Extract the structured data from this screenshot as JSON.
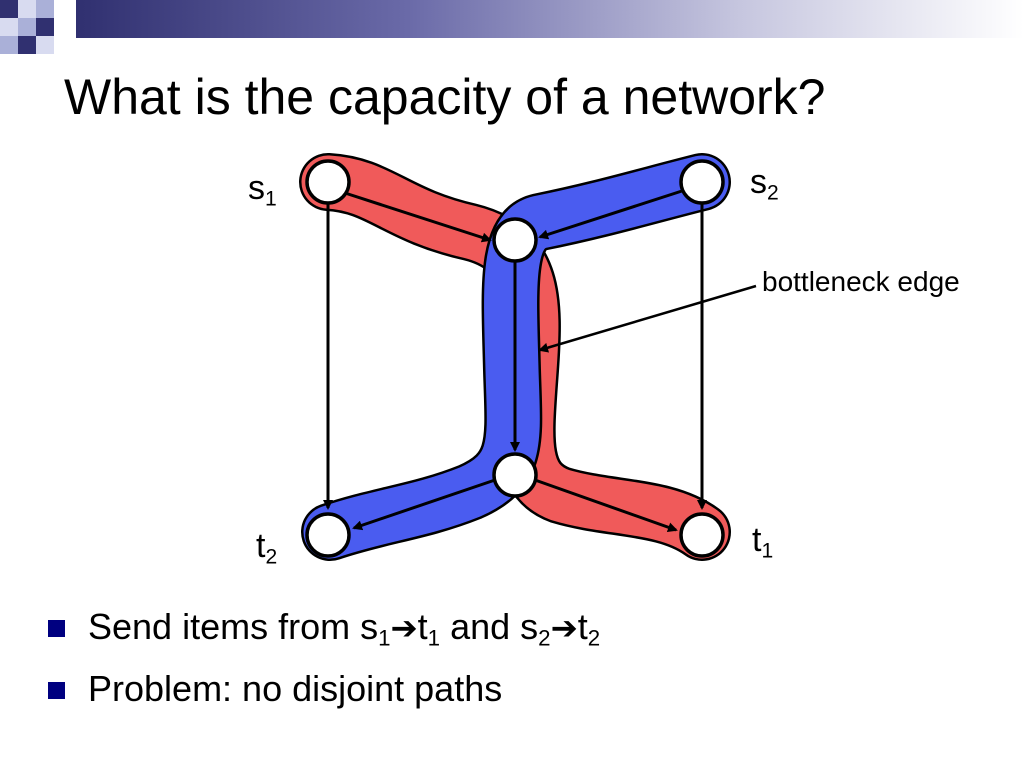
{
  "slide": {
    "title": "What is the capacity of a network?"
  },
  "diagram": {
    "nodes": {
      "s1": {
        "base": "s",
        "sub": "1"
      },
      "s2": {
        "base": "s",
        "sub": "2"
      },
      "t1": {
        "base": "t",
        "sub": "1"
      },
      "t2": {
        "base": "t",
        "sub": "2"
      }
    },
    "annotation": "bottleneck edge",
    "colors": {
      "path_s1_t1": "#f05a5a",
      "path_s2_t2": "#4a5cf0",
      "node_fill": "#ffffff",
      "edge": "#000000"
    }
  },
  "bullets": [
    {
      "parts": {
        "pre": "Send items from s",
        "sub1": "1",
        "arrow1": "➔",
        "t": "t",
        "sub2": "1",
        "mid": " and s",
        "sub3": "2",
        "arrow2": "➔",
        "t2": "t",
        "sub4": "2"
      }
    },
    {
      "text": "Problem: no disjoint paths"
    }
  ],
  "theme": {
    "bullet_color": "#000080",
    "deco_dark": "#303070",
    "deco_light": "#aab0d8"
  }
}
